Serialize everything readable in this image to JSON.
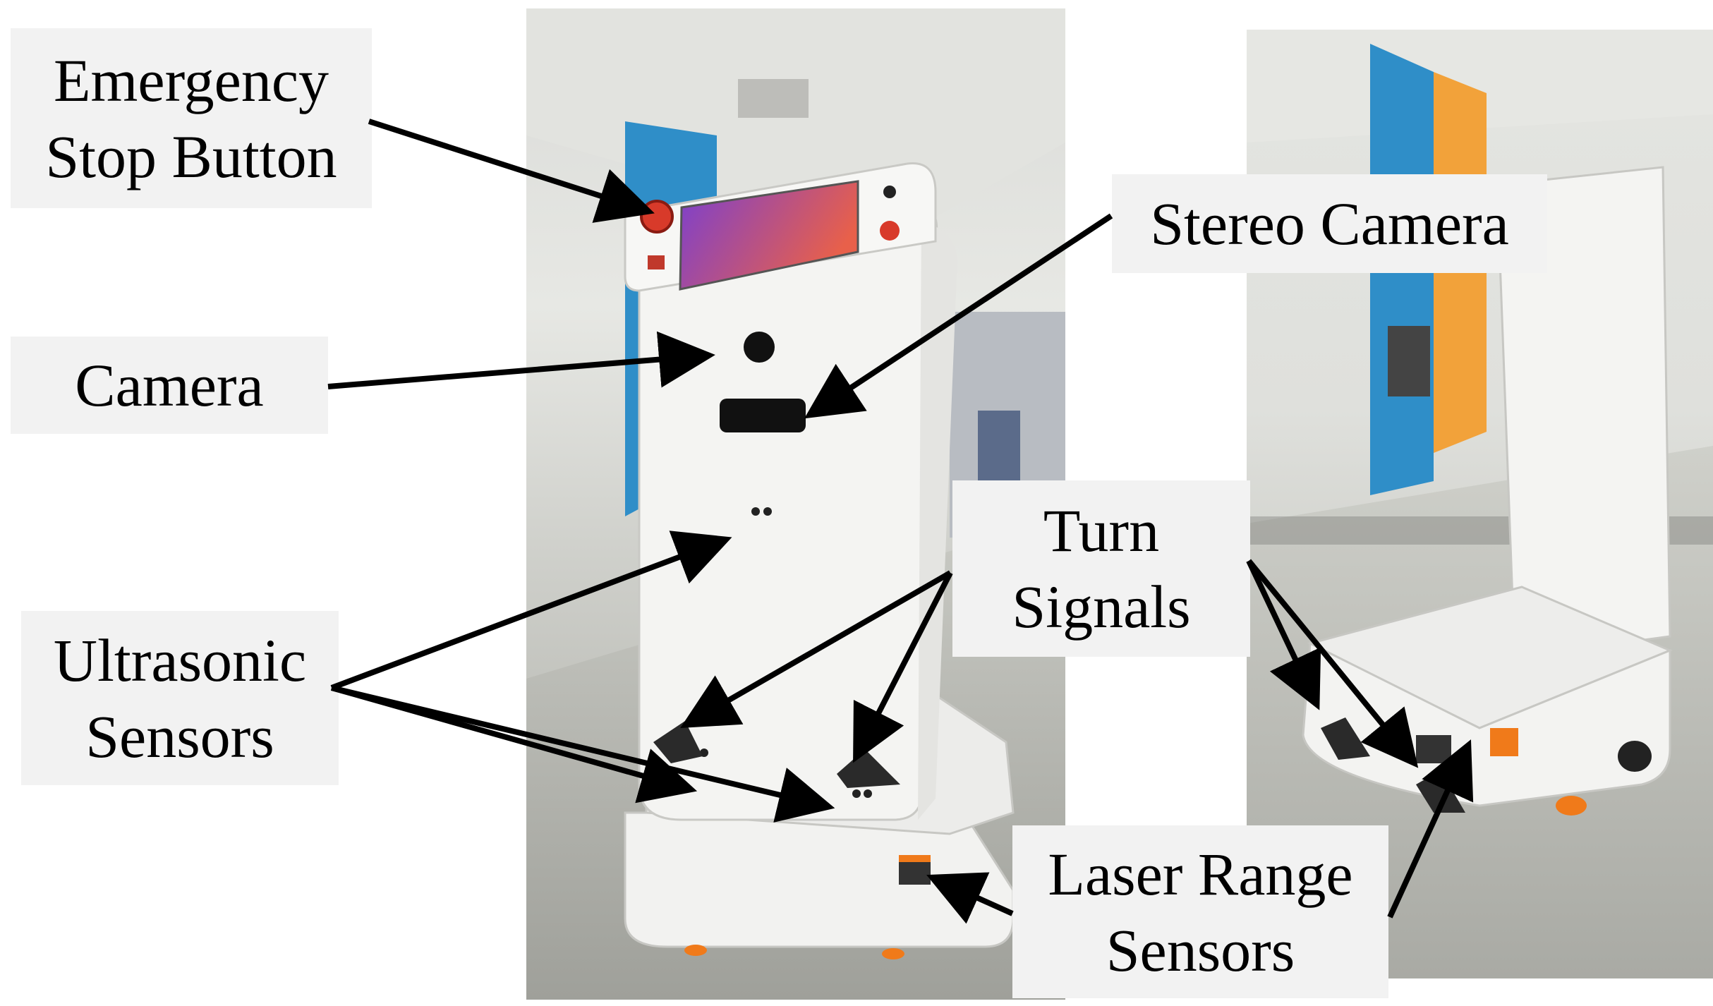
{
  "labels": {
    "emergency_stop": [
      "Emergency",
      "Stop Button"
    ],
    "stereo_camera": [
      "Stereo Camera"
    ],
    "camera": [
      "Camera"
    ],
    "turn_signals": [
      "Turn",
      "Signals"
    ],
    "ultrasonic_sensors": [
      "Ultrasonic",
      "Sensors"
    ],
    "laser_range_sensors": [
      "Laser Range",
      "Sensors"
    ]
  },
  "colors": {
    "robot_body": "#f4f4f2",
    "screen_start": "#7a3fd0",
    "screen_end": "#e8604a",
    "wall_banner": "#2f8ec8",
    "wheel_accent": "#f07a1a",
    "arrow": "#000000"
  }
}
